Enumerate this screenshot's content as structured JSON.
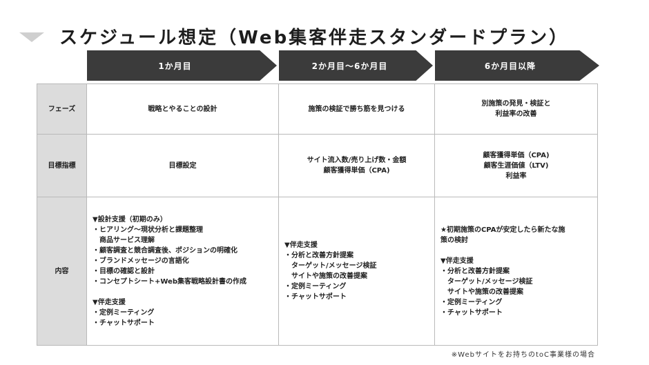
{
  "title": "スケジュール想定（Web集客伴走スタンダードプラン）",
  "phases": [
    "1か月目",
    "2か月目〜6か月目",
    "6か月目以降"
  ],
  "rows": [
    {
      "header": "フェーズ",
      "cells": [
        [
          "戦略とやることの設計"
        ],
        [
          "施策の検証で勝ち筋を見つける"
        ],
        [
          "別施策の発見・検証と",
          "利益率の改善"
        ]
      ]
    },
    {
      "header": "目標指標",
      "cells": [
        [
          "目標設定"
        ],
        [
          "サイト流入数/売り上げ数・金額",
          "顧客獲得単価（CPA)"
        ],
        [
          "顧客獲得単価（CPA)",
          "顧客生涯価値（LTV)",
          "利益率"
        ]
      ]
    },
    {
      "header": "内容",
      "cells": [
        [
          "▼設計支援（初期のみ）",
          "・ヒアリング〜現状分析と課題整理",
          "　商品サービス理解",
          "・顧客調査と競合調査後、ポジションの明確化",
          "・ブランドメッセージの言語化",
          "・目標の確認と設計",
          "・コンセプトシート+Web集客戦略設計書の作成",
          "",
          "▼伴走支援",
          "・定例ミーティング",
          "・チャットサポート"
        ],
        [
          "▼伴走支援",
          "・分析と改善方針提案",
          "　ターゲット/メッセージ検証",
          "　サイトや施策の改善提案",
          "・定例ミーティング",
          "・チャットサポート"
        ],
        [
          "★初期施策のCPAが安定したら新たな施",
          "策の検討",
          "",
          "▼伴走支援",
          "・分析と改善方針提案",
          "　ターゲット/メッセージ検証",
          "　サイトや施策の改善提案",
          "・定例ミーティング",
          "・チャットサポート"
        ]
      ]
    }
  ],
  "footnote": "※Webサイトをお持ちのtoC事業様の場合"
}
